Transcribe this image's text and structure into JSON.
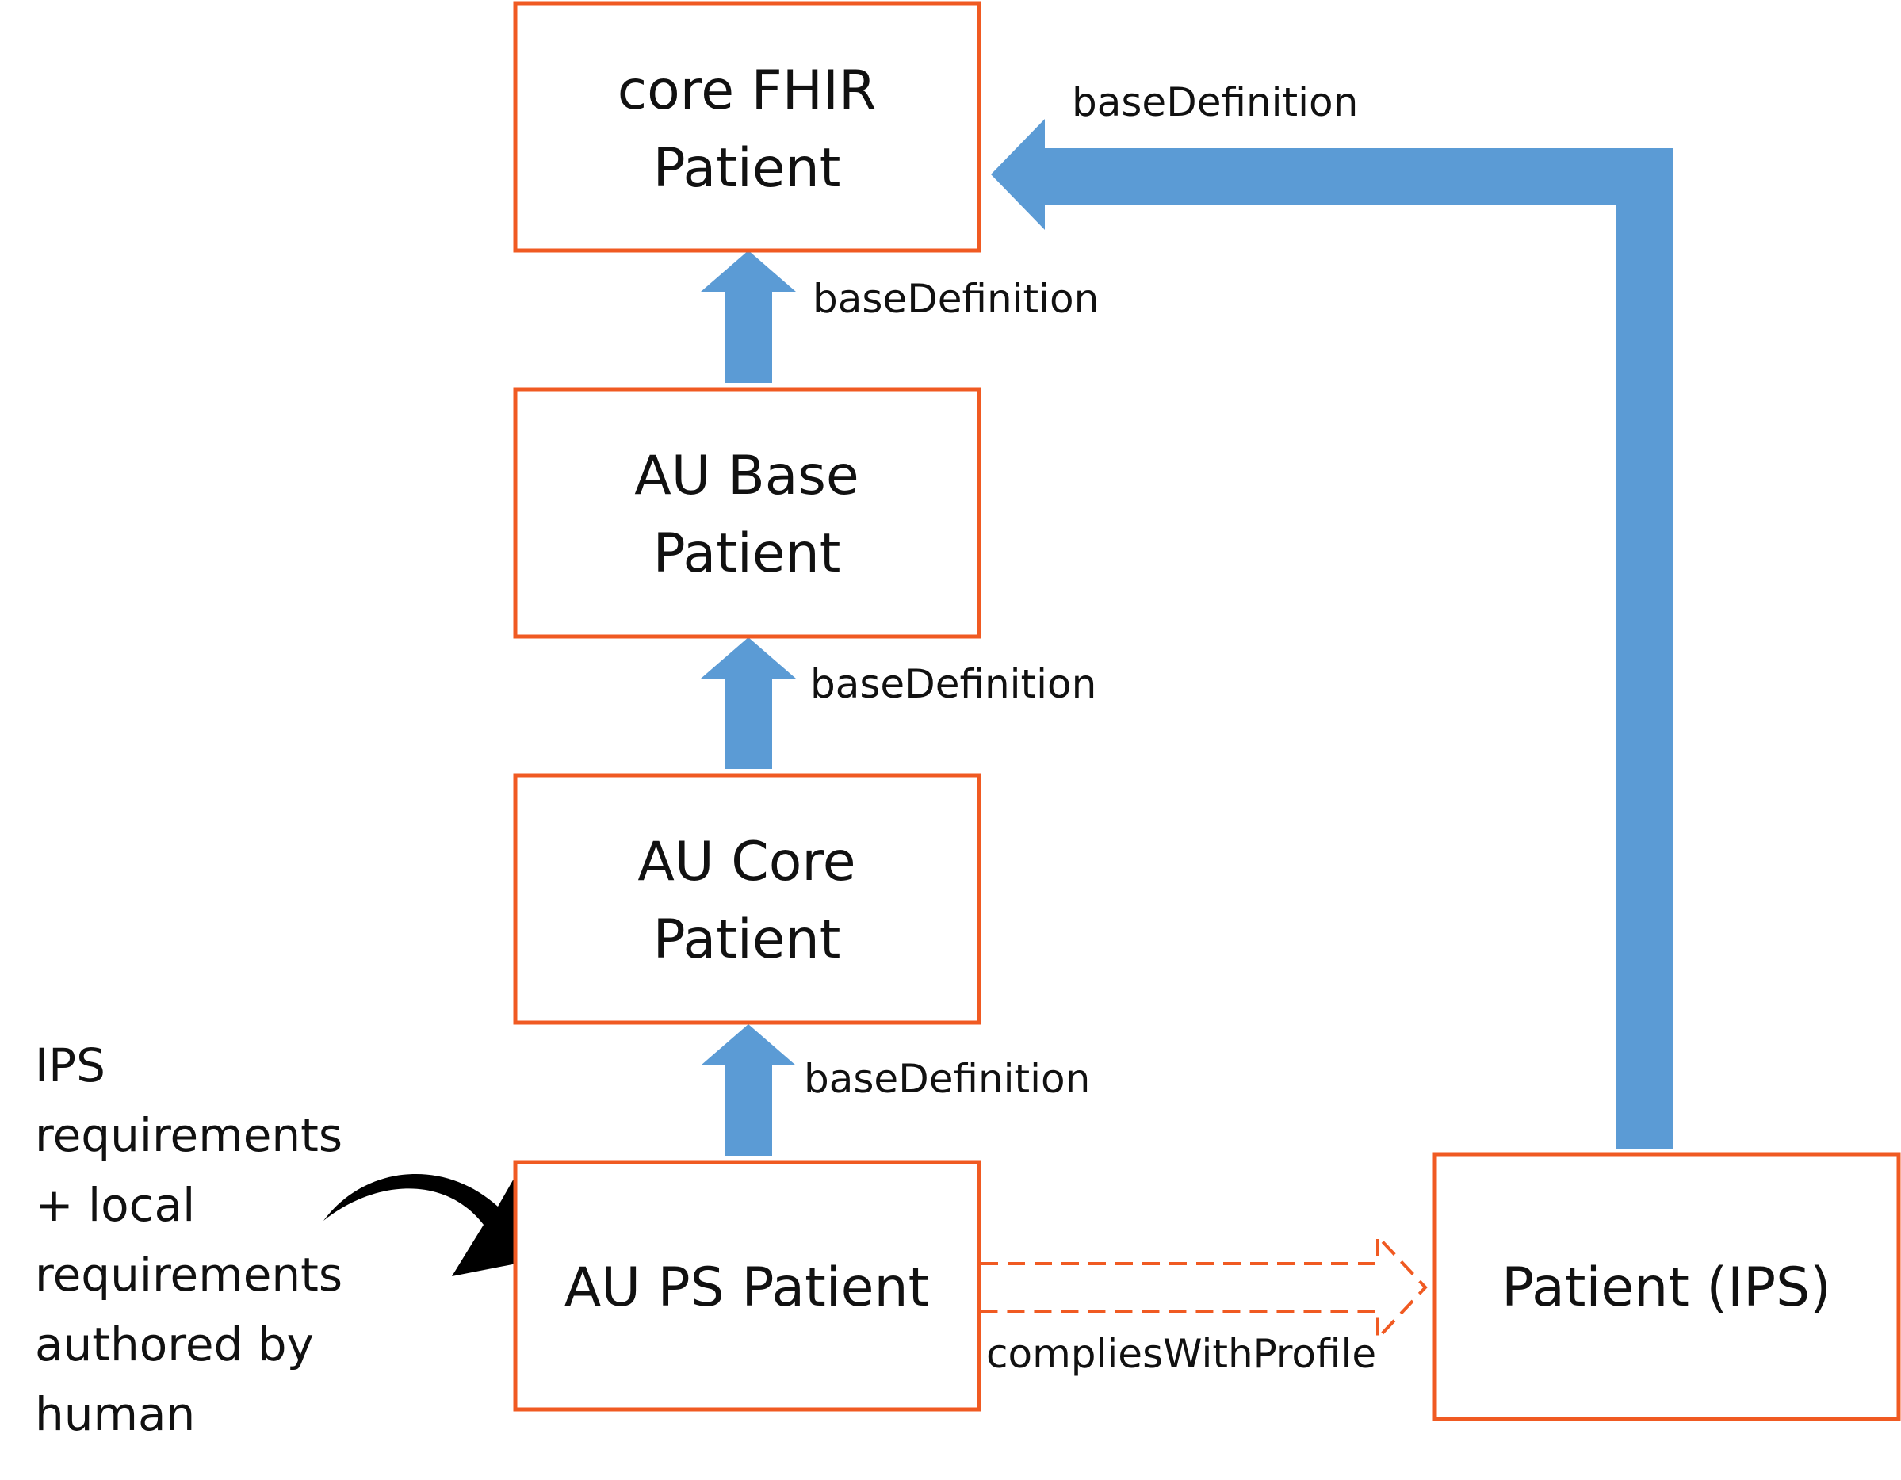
{
  "nodes": {
    "core_fhir_patient": {
      "line1": "core FHIR",
      "line2": "Patient"
    },
    "au_base_patient": {
      "line1": "AU Base",
      "line2": "Patient"
    },
    "au_core_patient": {
      "line1": "AU Core",
      "line2": "Patient"
    },
    "au_ps_patient": {
      "label": "AU PS Patient"
    },
    "patient_ips": {
      "label": "Patient (IPS)"
    }
  },
  "edges": {
    "au_base_to_core_fhir": "baseDefinition",
    "au_core_to_au_base": "baseDefinition",
    "au_ps_to_au_core": "baseDefinition",
    "patient_ips_to_core_fhir": "baseDefinition",
    "au_ps_to_patient_ips": "compliesWithProfile"
  },
  "note": {
    "lines": [
      "IPS",
      "requirements",
      "+ local",
      "requirements",
      "authored by",
      "human"
    ]
  },
  "colors": {
    "box_border": "#f05a22",
    "arrow_blue": "#5b9bd5",
    "arrow_black": "#000000"
  }
}
